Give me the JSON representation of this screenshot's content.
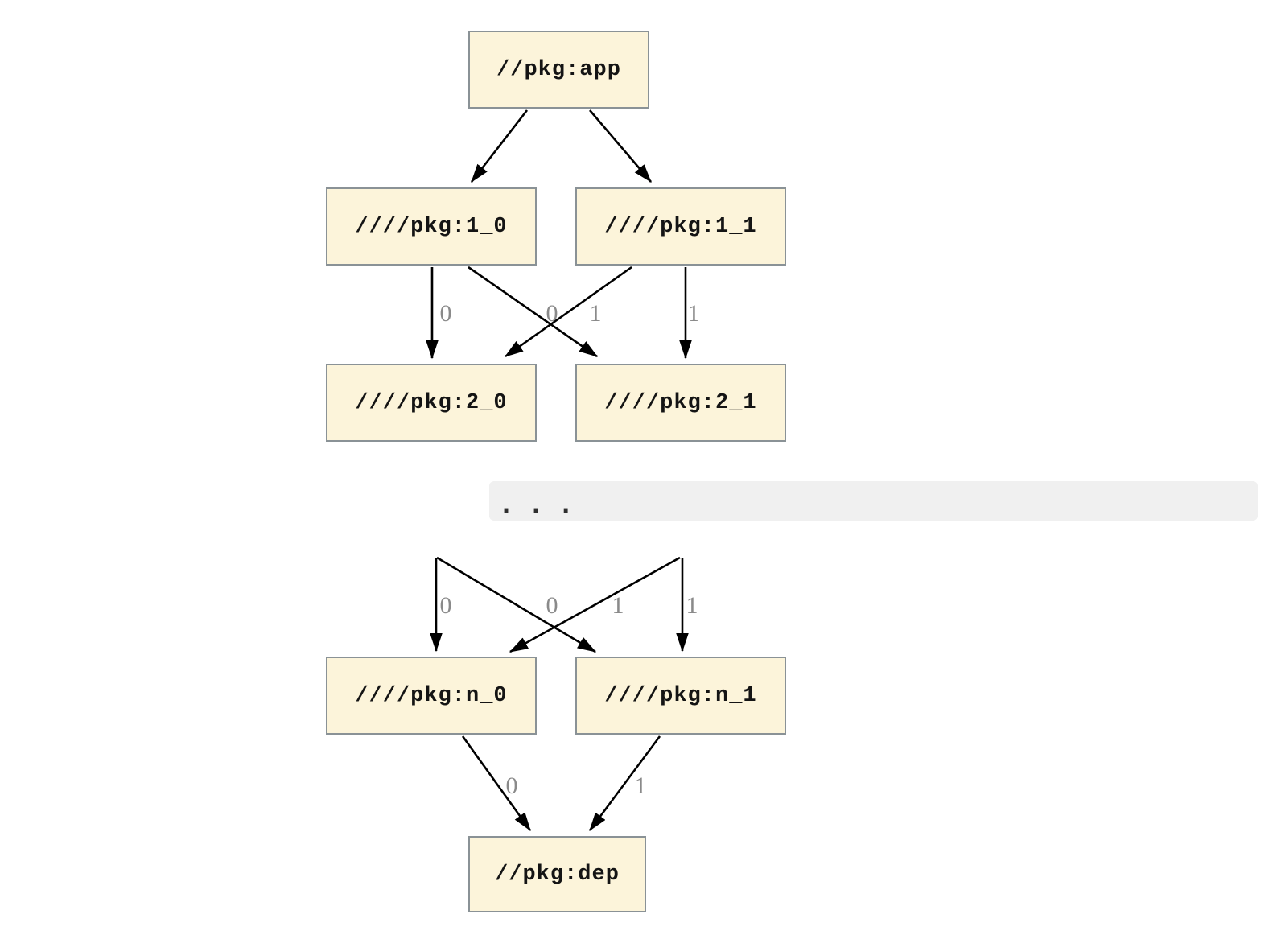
{
  "theme": {
    "page_background": "#ffffff",
    "node_fill": "#fcf4da",
    "node_border": "#8a9296",
    "node_text_color": "#141414",
    "edge_color": "#000000",
    "edge_label_color": "#8a8a8a",
    "band_background": "#f0f0f0",
    "ellipsis_color": "#2f2f2f"
  },
  "graph": {
    "nodes": {
      "app": "//pkg:app",
      "l1_0": "////pkg:1_0",
      "l1_1": "////pkg:1_1",
      "l2_0": "////pkg:2_0",
      "l2_1": "////pkg:2_1",
      "ln_0": "////pkg:n_0",
      "ln_1": "////pkg:n_1",
      "dep": "//pkg:dep"
    },
    "edge_labels": {
      "upper": [
        "0",
        "0",
        "1",
        "1"
      ],
      "middle": [
        "0",
        "0",
        "1",
        "1"
      ],
      "bottom": [
        "0",
        "1"
      ]
    },
    "ellipsis": "..."
  }
}
